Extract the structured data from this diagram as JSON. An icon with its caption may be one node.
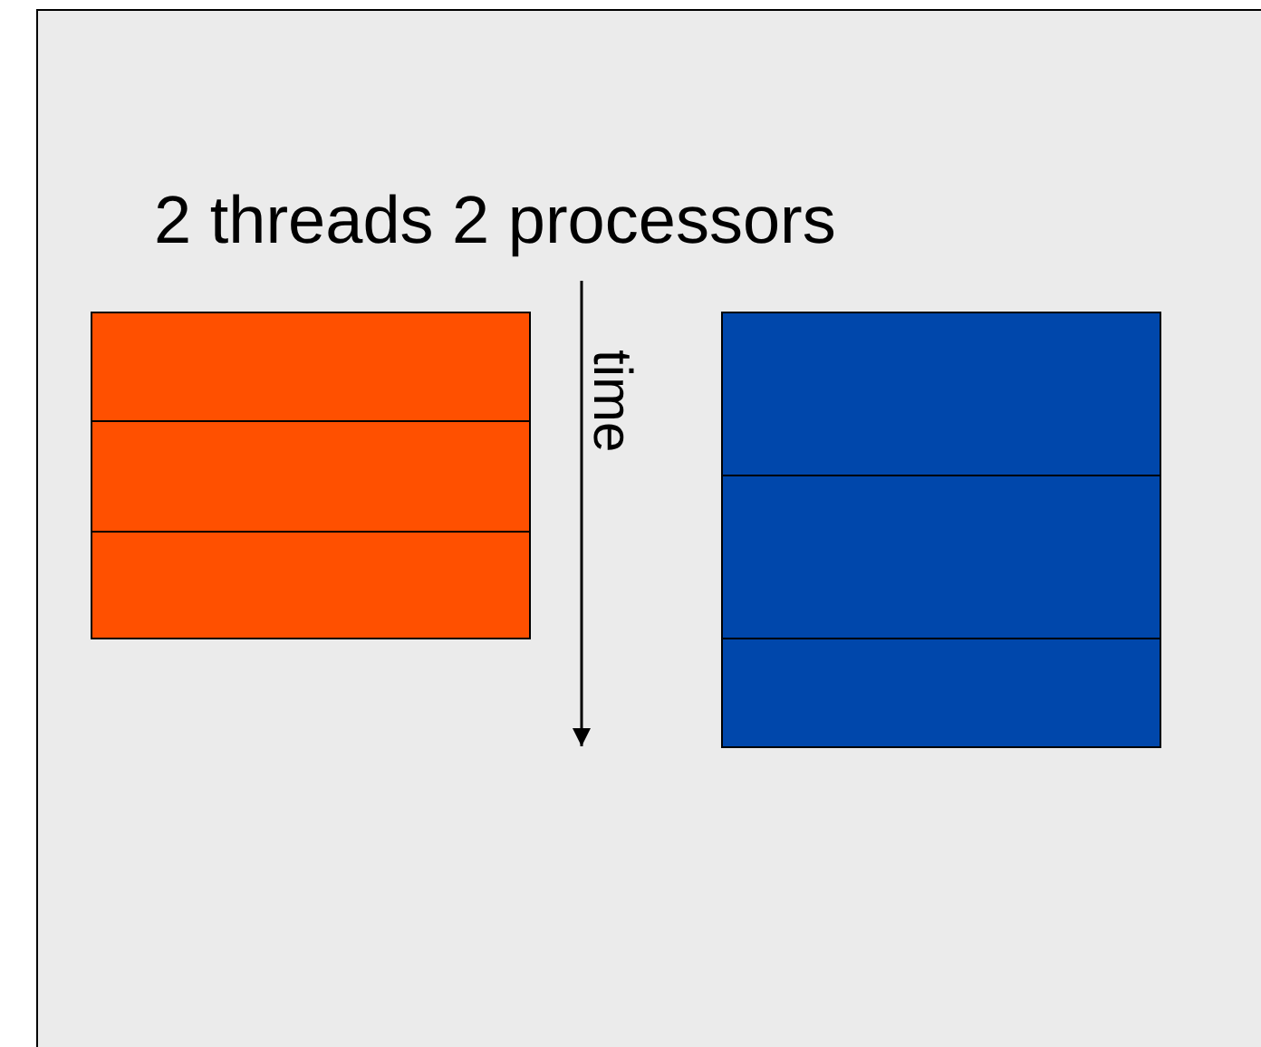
{
  "diagram": {
    "title": "2 threads 2 processors",
    "nodes": [
      {
        "text": [],
        "shape": "box"
      },
      {
        "text": [],
        "shape": "box"
      },
      {
        "text": [],
        "shape": "box"
      },
      {
        "text": [],
        "shape": "box"
      },
      {
        "text": [],
        "shape": "box"
      },
      {
        "text": [],
        "shape": "box"
      }
    ],
    "labels": [
      "time"
    ]
  }
}
